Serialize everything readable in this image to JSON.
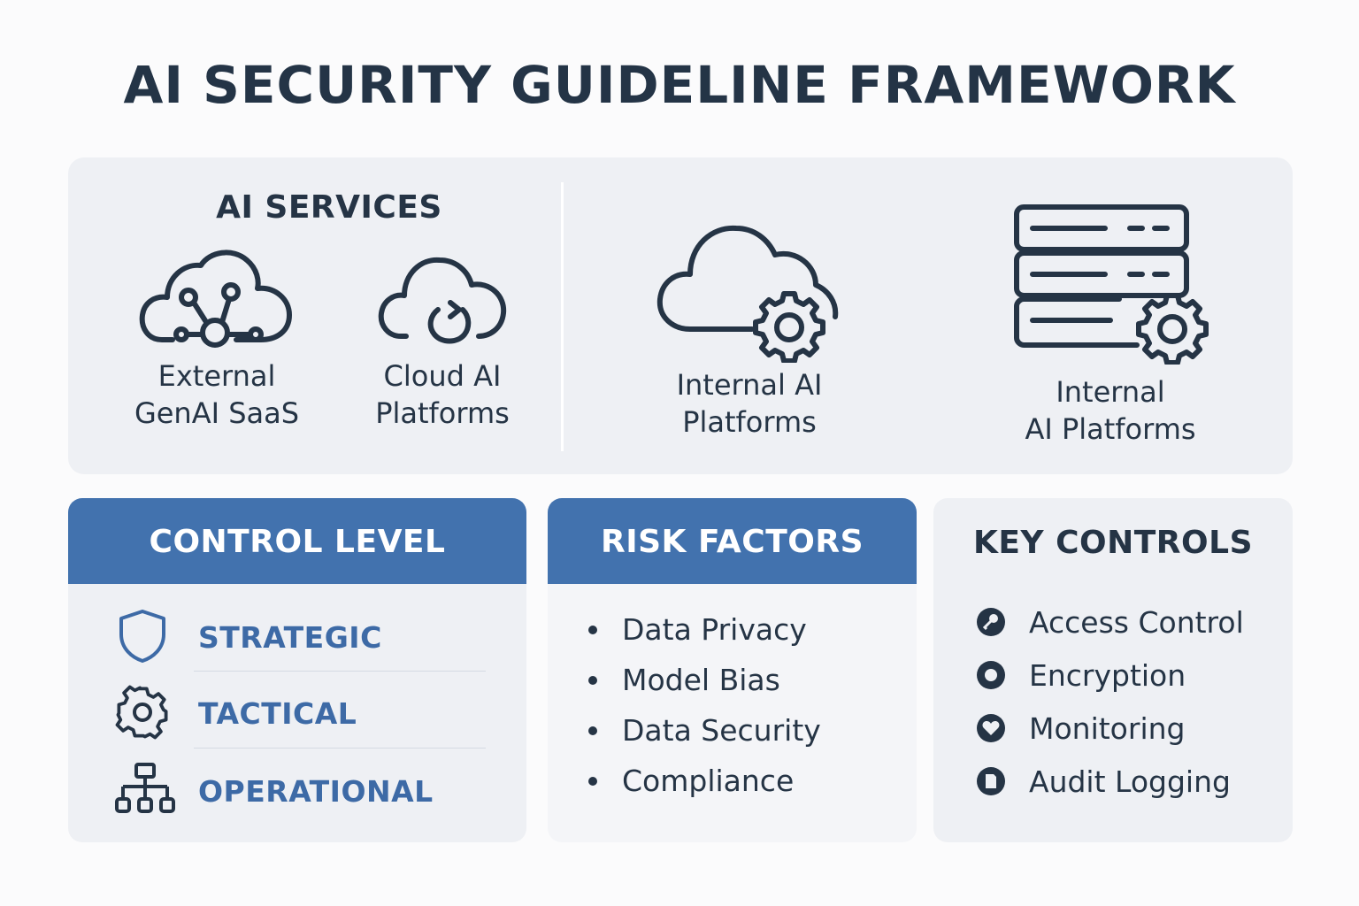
{
  "title": "AI SECURITY GUIDELINE FRAMEWORK",
  "top_panel": {
    "services_heading": "AI SERVICES",
    "services": [
      {
        "label": "External\nGenAI SaaS",
        "icon": "cloud-network-icon"
      },
      {
        "label": "Cloud AI\nPlatforms",
        "icon": "cloud-refresh-icon"
      },
      {
        "label": "Internal AI\nPlatforms",
        "icon": "cloud-gear-icon"
      },
      {
        "label": "Internal\nAI Platforms",
        "icon": "server-gear-icon"
      }
    ]
  },
  "control_level": {
    "heading": "CONTROL LEVEL",
    "items": [
      {
        "label": "STRATEGIC",
        "icon": "shield-icon"
      },
      {
        "label": "TACTICAL",
        "icon": "gear-icon"
      },
      {
        "label": "OPERATIONAL",
        "icon": "org-chart-icon"
      }
    ]
  },
  "risk_factors": {
    "heading": "RISK FACTORS",
    "items": [
      "Data Privacy",
      "Model Bias",
      "Data Security",
      "Compliance"
    ]
  },
  "key_controls": {
    "heading": "KEY CONTROLS",
    "items": [
      {
        "label": "Access Control",
        "icon": "key-circle-icon"
      },
      {
        "label": "Encryption",
        "icon": "ring-circle-icon"
      },
      {
        "label": "Monitoring",
        "icon": "heart-circle-icon"
      },
      {
        "label": "Audit Logging",
        "icon": "log-circle-icon"
      }
    ]
  },
  "colors": {
    "accent": "#4272ae",
    "text": "#253445",
    "panel": "#eef0f4"
  }
}
